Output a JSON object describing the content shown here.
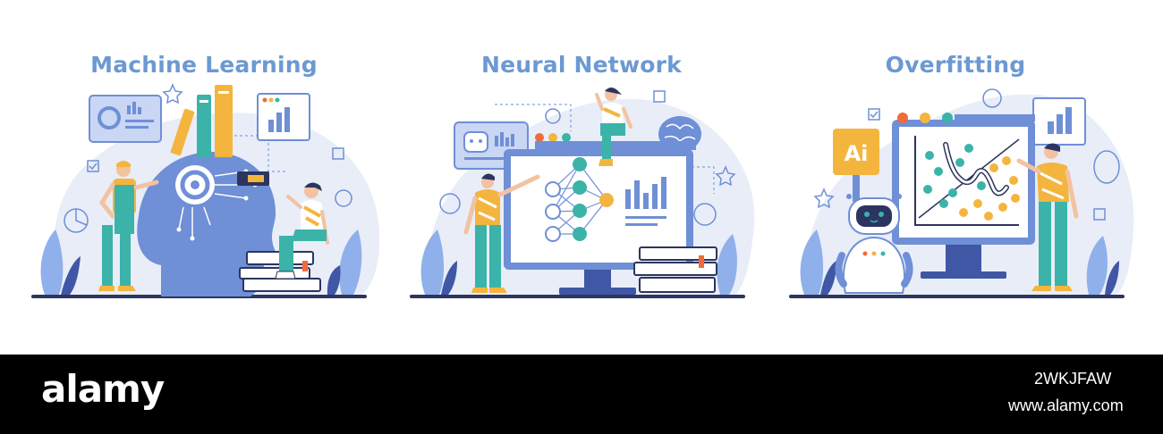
{
  "panels": [
    {
      "title": "Machine Learning"
    },
    {
      "title": "Neural Network"
    },
    {
      "title": "Overfitting"
    }
  ],
  "ai_badge": "Ai",
  "footer": {
    "logo": "alamy",
    "image_id": "2WKJFAW",
    "site": "www.alamy.com"
  },
  "colors": {
    "title_blue": "#6c99d2",
    "blob": "#e8edf8",
    "head_blue": "#6f8fd6",
    "dark_navy": "#2c3560",
    "teal": "#3bb3a9",
    "orange": "#f4b53f",
    "screen_frame": "#6f8fd6"
  }
}
